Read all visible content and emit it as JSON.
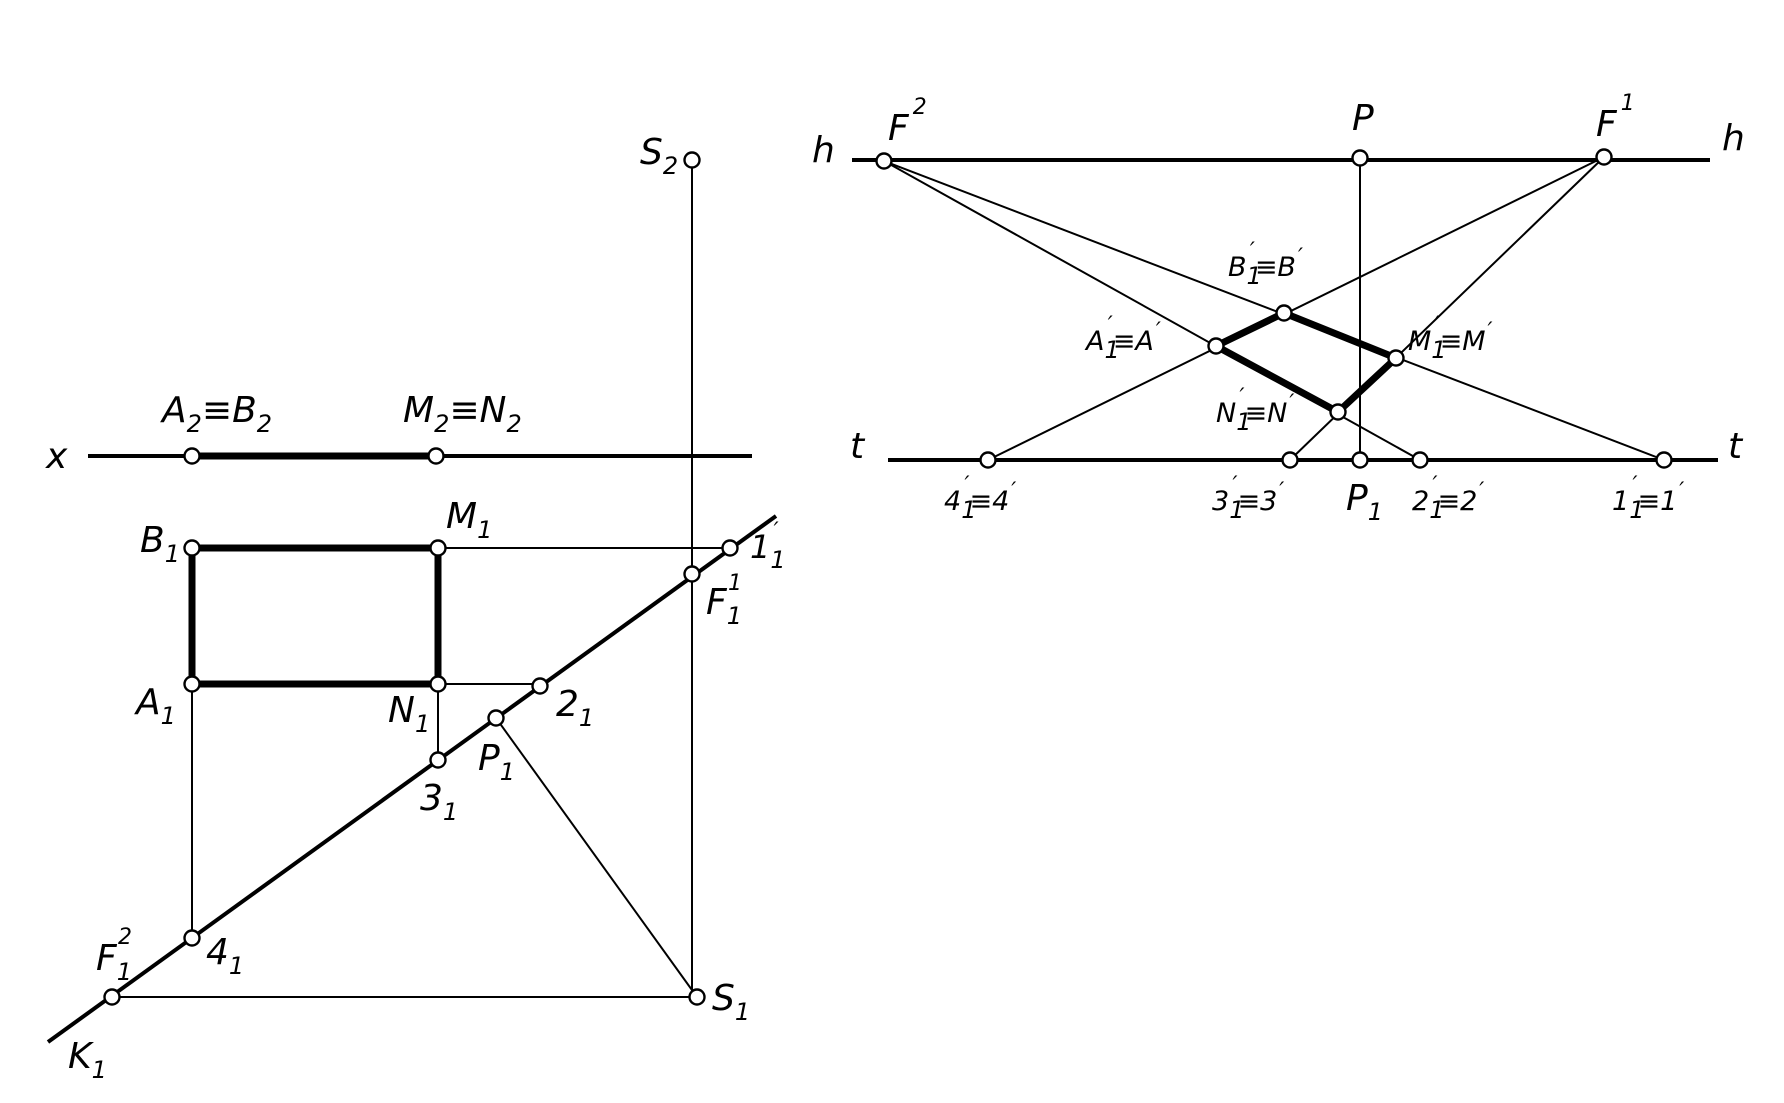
{
  "left": {
    "axis_x": "x",
    "S2": [
      "S",
      "2"
    ],
    "A2B2": [
      "A",
      "2",
      "≡B",
      "2"
    ],
    "M2N2": [
      "M",
      "2",
      "≡N",
      "2"
    ],
    "B1": [
      "B",
      "1"
    ],
    "M1": [
      "M",
      "1"
    ],
    "A1": [
      "A",
      "1"
    ],
    "N1": [
      "N",
      "1"
    ],
    "p11": [
      "1",
      "1",
      "′"
    ],
    "F11": [
      "F",
      "1",
      "1"
    ],
    "p21": [
      "2",
      "1"
    ],
    "P1": [
      "P",
      "1"
    ],
    "p31": [
      "3",
      "1"
    ],
    "F12": [
      "F",
      "1",
      "2"
    ],
    "p41": [
      "4",
      "1"
    ],
    "S1": [
      "S",
      "1"
    ],
    "K1": [
      "K",
      "1"
    ]
  },
  "right": {
    "h_left": "h",
    "h_right": "h",
    "t_left": "t",
    "t_right": "t",
    "F2": [
      "F",
      "2"
    ],
    "P": "P",
    "F1": [
      "F",
      "1"
    ],
    "B": [
      "B",
      "1",
      "′",
      "≡B",
      "′"
    ],
    "A": [
      "A",
      "1",
      "′",
      "≡A",
      "′"
    ],
    "M": [
      "M",
      "1",
      "′",
      "≡M",
      "′"
    ],
    "N": [
      "N",
      "1",
      "′",
      "≡N",
      "′"
    ],
    "p4": [
      "4",
      "1",
      "′",
      "≡4",
      "′"
    ],
    "p3": [
      "3",
      "1",
      "′",
      "≡3",
      "′"
    ],
    "P1": [
      "P",
      "1"
    ],
    "p2": [
      "2",
      "1",
      "′",
      "≡2",
      "′"
    ],
    "p1": [
      "1",
      "1",
      "′",
      "≡1",
      "′"
    ]
  }
}
